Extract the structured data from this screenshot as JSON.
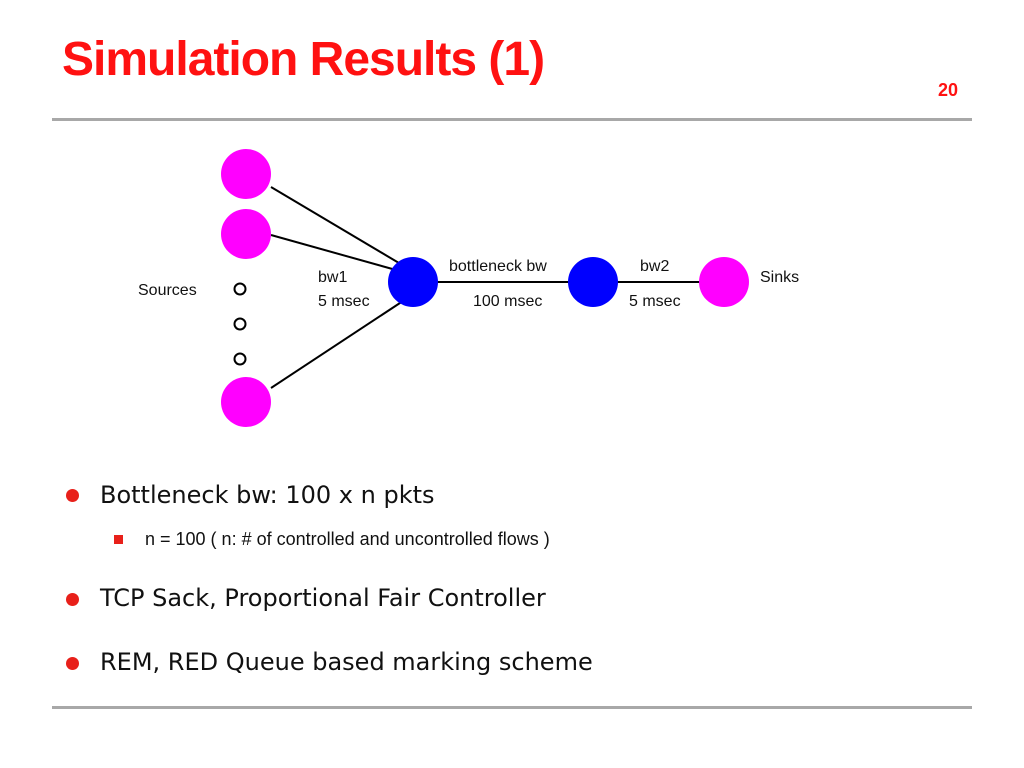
{
  "slide": {
    "title": "Simulation Results (1)",
    "page_number": "20"
  },
  "diagram": {
    "sources_label": "Sources",
    "sinks_label": "Sinks",
    "link1": {
      "bw": "bw1",
      "delay": "5 msec"
    },
    "bottleneck": {
      "bw": "bottleneck bw",
      "delay": "100 msec"
    },
    "link2": {
      "bw": "bw2",
      "delay": "5 msec"
    },
    "colors": {
      "host": "#ff00ff",
      "router": "#0000ff"
    }
  },
  "bullets": [
    {
      "text": "Bottleneck bw: 100 x n pkts",
      "sub": [
        "n = 100 ( n: # of controlled and uncontrolled flows )"
      ]
    },
    {
      "text": "TCP Sack, Proportional Fair Controller",
      "sub": []
    },
    {
      "text": "REM, RED Queue based marking scheme",
      "sub": []
    }
  ]
}
